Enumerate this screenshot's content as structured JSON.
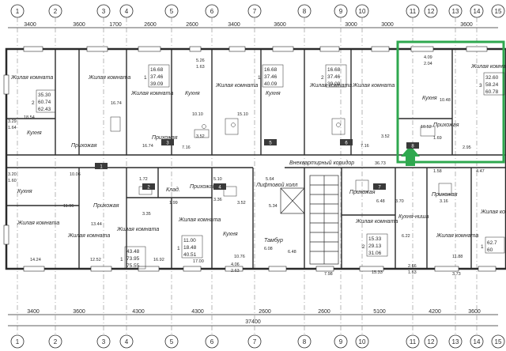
{
  "colors": {
    "line": "#2a2a2a",
    "thin": "#6b6b6b",
    "highlight": "#2fa84f",
    "tag_bg": "#3a3a3a",
    "tag_text": "#ffffff",
    "paper": "#ffffff"
  },
  "axes": {
    "labels": [
      "1",
      "2",
      "3",
      "4",
      "5",
      "6",
      "7",
      "8",
      "9",
      "10",
      "11",
      "12",
      "13",
      "14",
      "15"
    ],
    "top_dims": [
      "3400",
      "3600",
      "1700",
      "2600",
      "2600",
      "3400",
      "3600",
      "3000",
      "3000",
      "3600"
    ],
    "bottom_dims": [
      "3400",
      "3600",
      "4300",
      "4300",
      "2600",
      "2600",
      "5100",
      "4200",
      "3600"
    ],
    "total": "37400"
  },
  "rooms": {
    "living": "Жилая комната",
    "kitchen": "Кухня",
    "hall": "Прихожая",
    "corridor": "Внеквартирный коридор",
    "lift": "Лифтовой холл",
    "tambour": "Тамбур",
    "storage": "Клад.",
    "kitchen_niche": "Кухня-ниша"
  },
  "area_values": [
    "35.30",
    "60.74",
    "62.43",
    "16.68",
    "37.46",
    "39.09",
    "40.09",
    "16.68",
    "37.46",
    "39.09",
    "32.60",
    "58.24",
    "60.78",
    "43.48",
    "73.95",
    "75.55",
    "11.00",
    "18.48",
    "40.51",
    "15.33",
    "29.13",
    "31.06",
    "62.7",
    "60"
  ],
  "counts": [
    "2",
    "1",
    "1",
    "2",
    "3",
    "1",
    "1",
    "2",
    "1"
  ],
  "numbers": [
    "18.54",
    "16.74",
    "3.29",
    "1.64",
    "10.10",
    "3.52",
    "7.16",
    "5.26",
    "1.63",
    "15.10",
    "3.52",
    "7.16",
    "10.48",
    "10.52",
    "1.69",
    "2.95",
    "4.09",
    "2.04",
    "3.20",
    "1.60",
    "11.96",
    "10.06",
    "13.44",
    "14.24",
    "12.52",
    "16.92",
    "1.72",
    "3.35",
    "5.10",
    "5.34",
    "16.74",
    "1.99",
    "3.36",
    "3.52",
    "17.00",
    "10.76",
    "4.06",
    "2.63",
    "5.64",
    "6.08",
    "6.48",
    "7.98",
    "15.33",
    "2.66",
    "1.63",
    "11.88",
    "3.73",
    "3.16",
    "4.47",
    "36.73",
    "6.22",
    "1.58",
    "6.48",
    "3.70"
  ],
  "tags": [
    "1",
    "2",
    "3",
    "4",
    "5",
    "6",
    "7",
    "8"
  ]
}
